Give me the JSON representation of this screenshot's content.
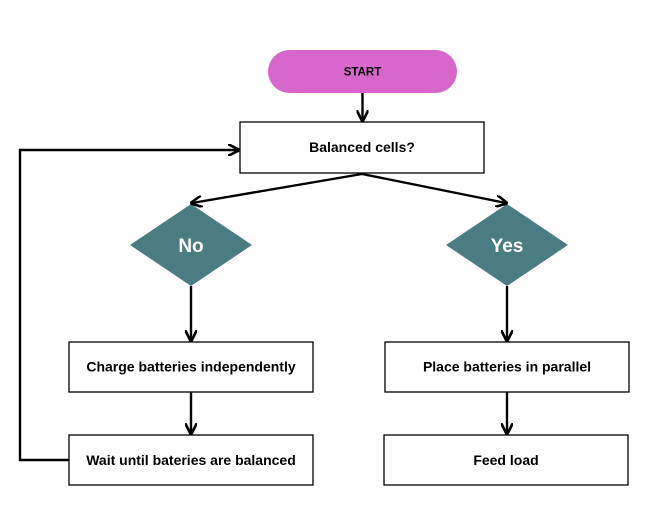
{
  "colors": {
    "start": "#d767cb",
    "decision": "#4b7c82",
    "line": "#000000",
    "box_border": "#000000"
  },
  "nodes": {
    "start": "START",
    "question": "Balanced cells?",
    "no": "No",
    "yes": "Yes",
    "charge": "Charge batteries independently",
    "wait": "Wait until bateries are balanced",
    "parallel": "Place batteries in parallel",
    "feed": "Feed load"
  }
}
